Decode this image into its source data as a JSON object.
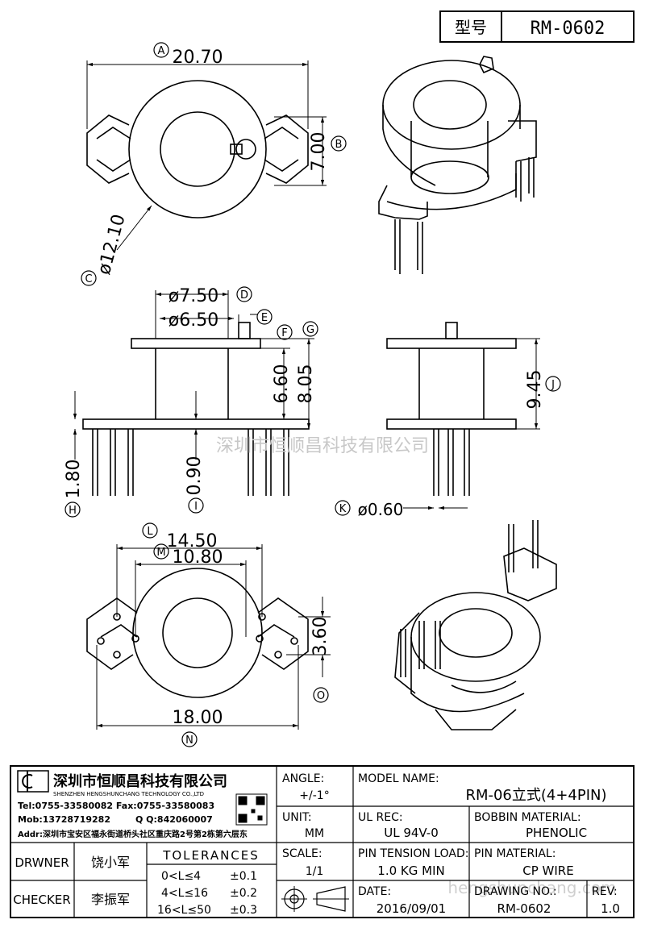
{
  "header": {
    "type_label": "型号",
    "model_code": "RM-0602"
  },
  "watermarks": {
    "company_cn": "深圳市恒顺昌科技有限公司",
    "website": "hengshunchang.com"
  },
  "dimensions": {
    "A": {
      "letter": "A",
      "value": "20.70"
    },
    "B": {
      "letter": "B",
      "value": "7.00"
    },
    "C": {
      "letter": "C",
      "value": "ø12.10"
    },
    "D": {
      "letter": "D",
      "value": "ø7.50"
    },
    "E": {
      "letter": "E",
      "value": "ø6.50"
    },
    "F": {
      "letter": "F",
      "value": "6.60"
    },
    "G": {
      "letter": "G",
      "value": "8.05"
    },
    "H": {
      "letter": "H",
      "value": "1.80"
    },
    "I": {
      "letter": "I",
      "value": "0.90"
    },
    "J": {
      "letter": "J",
      "value": "9.45"
    },
    "K": {
      "letter": "K",
      "value": "ø0.60"
    },
    "L": {
      "letter": "L",
      "value": "14.50"
    },
    "M": {
      "letter": "M",
      "value": "10.80"
    },
    "N": {
      "letter": "N",
      "value": "18.00"
    },
    "O": {
      "letter": "O",
      "value": "3.60"
    }
  },
  "title_block": {
    "company_cn": "深圳市恒顺昌科技有限公司",
    "company_en": "SHENZHEN HENGSHUNCHANG TECHNOLOGY CO.,LTD",
    "tel": "Tel:0755-33580082 Fax:0755-33580083",
    "mob": "Mob:13728719282",
    "qq": "Q  Q:842060007",
    "addr": "Addr:深圳市宝安区福永街道桥头社区重庆路2号第2栋第六层东",
    "angle_label": "ANGLE:",
    "angle_value": "+/-1°",
    "model_name_label": "MODEL NAME:",
    "model_name_value": "RM-06立式(4+4PIN)",
    "unit_label": "UNIT:",
    "unit_value": "MM",
    "ul_label": "UL REC:",
    "ul_value": "UL 94V-0",
    "bobbin_label": "BOBBIN MATERIAL:",
    "bobbin_value": "PHENOLIC",
    "scale_label": "SCALE:",
    "scale_value": "1/1",
    "tension_label": "PIN TENSION LOAD:",
    "tension_value": "1.0 KG MIN",
    "pin_material_label": "PIN MATERIAL:",
    "pin_material_value": "CP WIRE",
    "date_label": "DATE:",
    "date_value": "2016/09/01",
    "drawing_label": "DRAWING NO.:",
    "drawing_value": "RM-0602",
    "rev_label": "REV:",
    "rev_value": "1.0",
    "drawer_label": "DRWNER",
    "drawer_value": "饶小军",
    "checker_label": "CHECKER",
    "checker_value": "李振军",
    "tolerances_label": "TOLERANCES",
    "tol1_range": "0<L≤4",
    "tol1_value": "±0.1",
    "tol2_range": "4<L≤16",
    "tol2_value": "±0.2",
    "tol3_range": "16<L≤50",
    "tol3_value": "±0.3"
  }
}
